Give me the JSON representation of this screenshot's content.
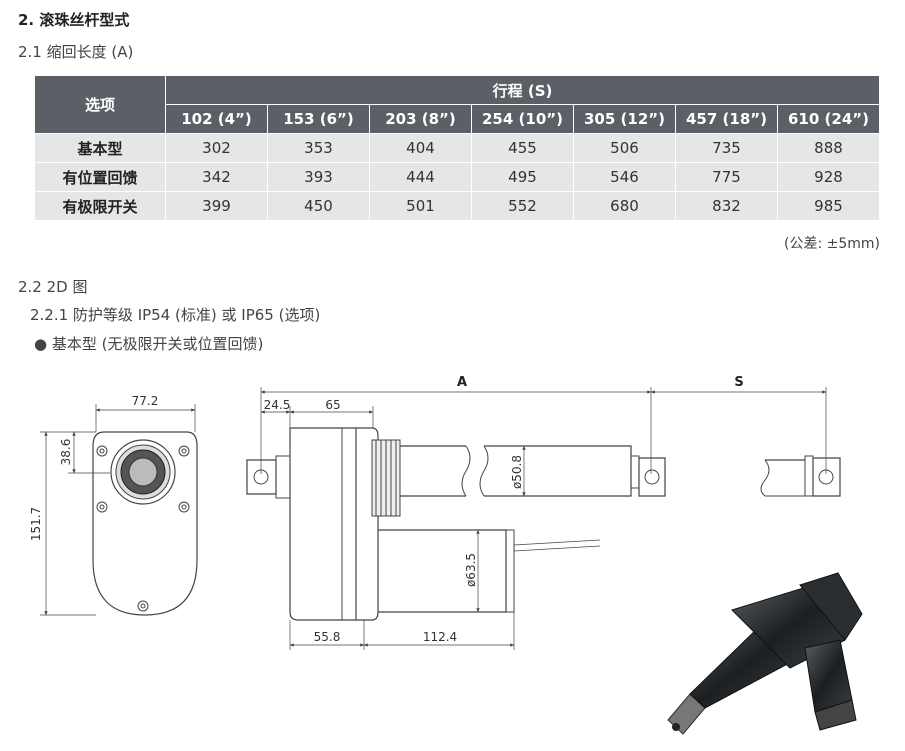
{
  "section": {
    "title": "2. 滚珠丝杆型式",
    "subtitle": "2.1  缩回长度 (A)"
  },
  "table": {
    "option_header": "选项",
    "stroke_header": "行程 (S)",
    "columns": [
      "102 (4”)",
      "153 (6”)",
      "203 (8”)",
      "254 (10”)",
      "305 (12”)",
      "457 (18”)",
      "610 (24”)"
    ],
    "rows": [
      {
        "label": "基本型",
        "values": [
          "302",
          "353",
          "404",
          "455",
          "506",
          "735",
          "888"
        ]
      },
      {
        "label": "有位置回馈",
        "values": [
          "342",
          "393",
          "444",
          "495",
          "546",
          "775",
          "928"
        ]
      },
      {
        "label": "有极限开关",
        "values": [
          "399",
          "450",
          "501",
          "552",
          "680",
          "832",
          "985"
        ]
      }
    ],
    "tolerance": "(公差: ±5mm)"
  },
  "drawing": {
    "heading": "2.2  2D 图",
    "protection": "2.2.1  防护等级 IP54 (标准) 或 IP65 (选项)",
    "bullet": "基本型 (无极限开关或位置回馈)",
    "dims": {
      "width": "77.2",
      "height": "151.7",
      "offset": "38.6",
      "a": "A",
      "s": "S",
      "d1": "24.5",
      "d2": "65",
      "rod_dia": "ø50.8",
      "motor_dia": "ø63.5",
      "d3": "55.8",
      "d4": "112.4"
    }
  }
}
